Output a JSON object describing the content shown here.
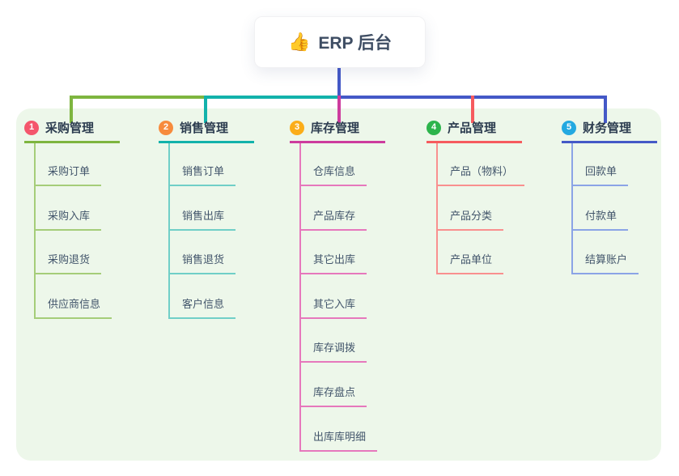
{
  "root": {
    "icon": "👍",
    "icon_name": "thumbs-up-icon",
    "label": "ERP 后台"
  },
  "colors": {
    "panel_bg": "#edf7ea",
    "root_line": "#4459c7",
    "card_bg": "#ffffff",
    "root_text": "#3e4d63",
    "title_text": "#2d3d50",
    "child_text": "#42556b"
  },
  "branches": [
    {
      "num": "1",
      "label": "采购管理",
      "badge_color": "#f4566c",
      "line_color": "#7eb53f",
      "child_line_color": "#a5cd79",
      "children": [
        "采购订单",
        "采购入库",
        "采购退货",
        "供应商信息"
      ]
    },
    {
      "num": "2",
      "label": "销售管理",
      "badge_color": "#f78b3d",
      "line_color": "#12b2ab",
      "child_line_color": "#70cfc7",
      "children": [
        "销售订单",
        "销售出库",
        "销售退货",
        "客户信息"
      ]
    },
    {
      "num": "3",
      "label": "库存管理",
      "badge_color": "#fbad19",
      "line_color": "#cd3c9e",
      "child_line_color": "#e678bc",
      "children": [
        "仓库信息",
        "产品库存",
        "其它出库",
        "其它入库",
        "库存调拨",
        "库存盘点",
        "出库库明细"
      ]
    },
    {
      "num": "4",
      "label": "产品管理",
      "badge_color": "#2db44c",
      "line_color": "#f65b5e",
      "child_line_color": "#f9908f",
      "children": [
        "产品（物料）",
        "产品分类",
        "产品单位"
      ]
    },
    {
      "num": "5",
      "label": "财务管理",
      "badge_color": "#23a9e1",
      "line_color": "#4459c7",
      "child_line_color": "#8ba4e6",
      "children": [
        "回款单",
        "付款单",
        "结算账户"
      ]
    }
  ]
}
